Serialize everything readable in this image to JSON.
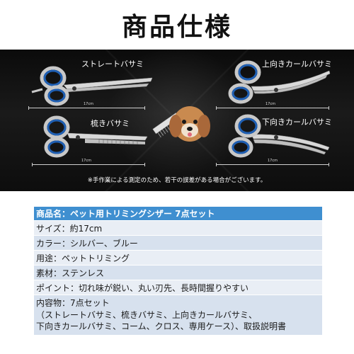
{
  "page_title": "商品仕様",
  "tools": {
    "straight": {
      "label": "ストレートバサミ",
      "size": "17cm"
    },
    "thinning": {
      "label": "梳きバサミ",
      "size": "17cm"
    },
    "curved_up": {
      "label": "上向きカールバサミ",
      "size": "17cm"
    },
    "curved_down": {
      "label": "下向きカールバサミ",
      "size": "17cm"
    }
  },
  "measure_note": "※手作業による測定のため、若干の誤差がある場合がございます。",
  "specs": [
    {
      "text": "商品名：ペット用トリミングシザー 7点セット"
    },
    {
      "text": "サイズ：約17cm"
    },
    {
      "text": "カラー：シルバー、ブルー"
    },
    {
      "text": "用途：ペットトリミング"
    },
    {
      "text": "素材：ステンレス"
    },
    {
      "text": "ポイント：切れ味が鋭い、丸い刃先、長時間握りやすい"
    }
  ],
  "contents": {
    "line1": "内容物：7点セット",
    "line2": "（ストレートバサミ、梳きバサミ、上向きカールバサミ、",
    "line3": "下向きカールバサミ、コーム、クロス、専用ケース）、取扱説明書"
  },
  "colors": {
    "header_blue": "#3f8fd0",
    "row_light": "#e9eef5",
    "row_mid": "#d7e1ee",
    "handle_blue": "#1f5fb3"
  }
}
